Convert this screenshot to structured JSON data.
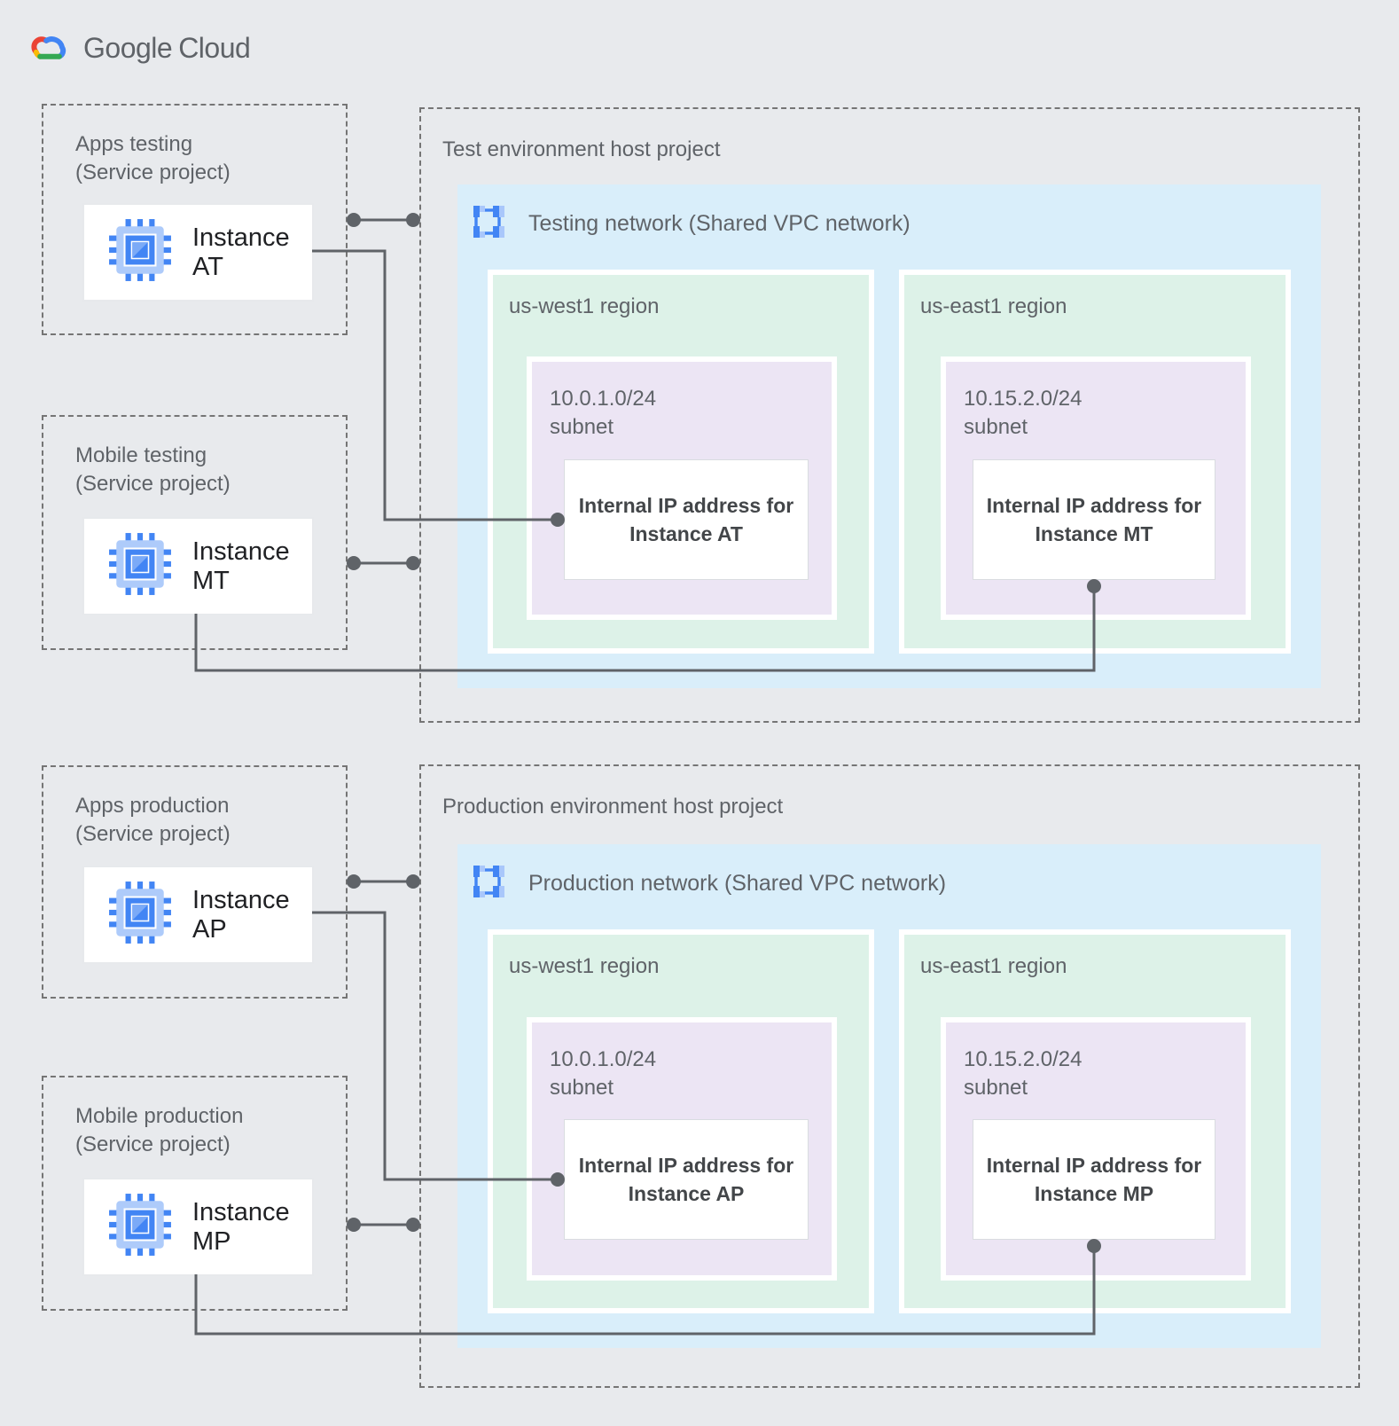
{
  "logo": {
    "part1": "Google",
    "part2": "Cloud"
  },
  "colors": {
    "canvas_bg": "#e8eaed",
    "network_bg": "#d9eefa",
    "region_bg": "#ddf2e8",
    "subnet_bg": "#ece5f4",
    "connector": "#5f6368",
    "dashed_border": "#757575",
    "google_blue": "#4285f4",
    "google_red": "#ea4335",
    "google_yellow": "#fbbc04",
    "google_green": "#34a853",
    "icon_light_blue": "#aecbfa"
  },
  "sections": [
    {
      "service_projects": [
        {
          "name": "Apps testing",
          "type": "(Service project)",
          "instance_label": "Instance AT"
        },
        {
          "name": "Mobile testing",
          "type": "(Service project)",
          "instance_label": "Instance MT"
        }
      ],
      "host_project": {
        "label": "Test environment host project",
        "network_label": "Testing network (Shared VPC network)",
        "regions": [
          {
            "label": "us-west1 region",
            "subnet_cidr": "10.0.1.0/24",
            "subnet_word": "subnet",
            "ip_line1": "Internal IP address for",
            "ip_line2": "Instance AT"
          },
          {
            "label": "us-east1 region",
            "subnet_cidr": "10.15.2.0/24",
            "subnet_word": "subnet",
            "ip_line1": "Internal IP address for",
            "ip_line2": "Instance MT"
          }
        ]
      }
    },
    {
      "service_projects": [
        {
          "name": "Apps production",
          "type": "(Service project)",
          "instance_label": "Instance AP"
        },
        {
          "name": "Mobile production",
          "type": "(Service project)",
          "instance_label": "Instance MP"
        }
      ],
      "host_project": {
        "label": "Production environment host project",
        "network_label": "Production network (Shared VPC network)",
        "regions": [
          {
            "label": "us-west1 region",
            "subnet_cidr": "10.0.1.0/24",
            "subnet_word": "subnet",
            "ip_line1": "Internal IP address for",
            "ip_line2": "Instance AP"
          },
          {
            "label": "us-east1 region",
            "subnet_cidr": "10.15.2.0/24",
            "subnet_word": "subnet",
            "ip_line1": "Internal IP address for",
            "ip_line2": "Instance MP"
          }
        ]
      }
    }
  ]
}
